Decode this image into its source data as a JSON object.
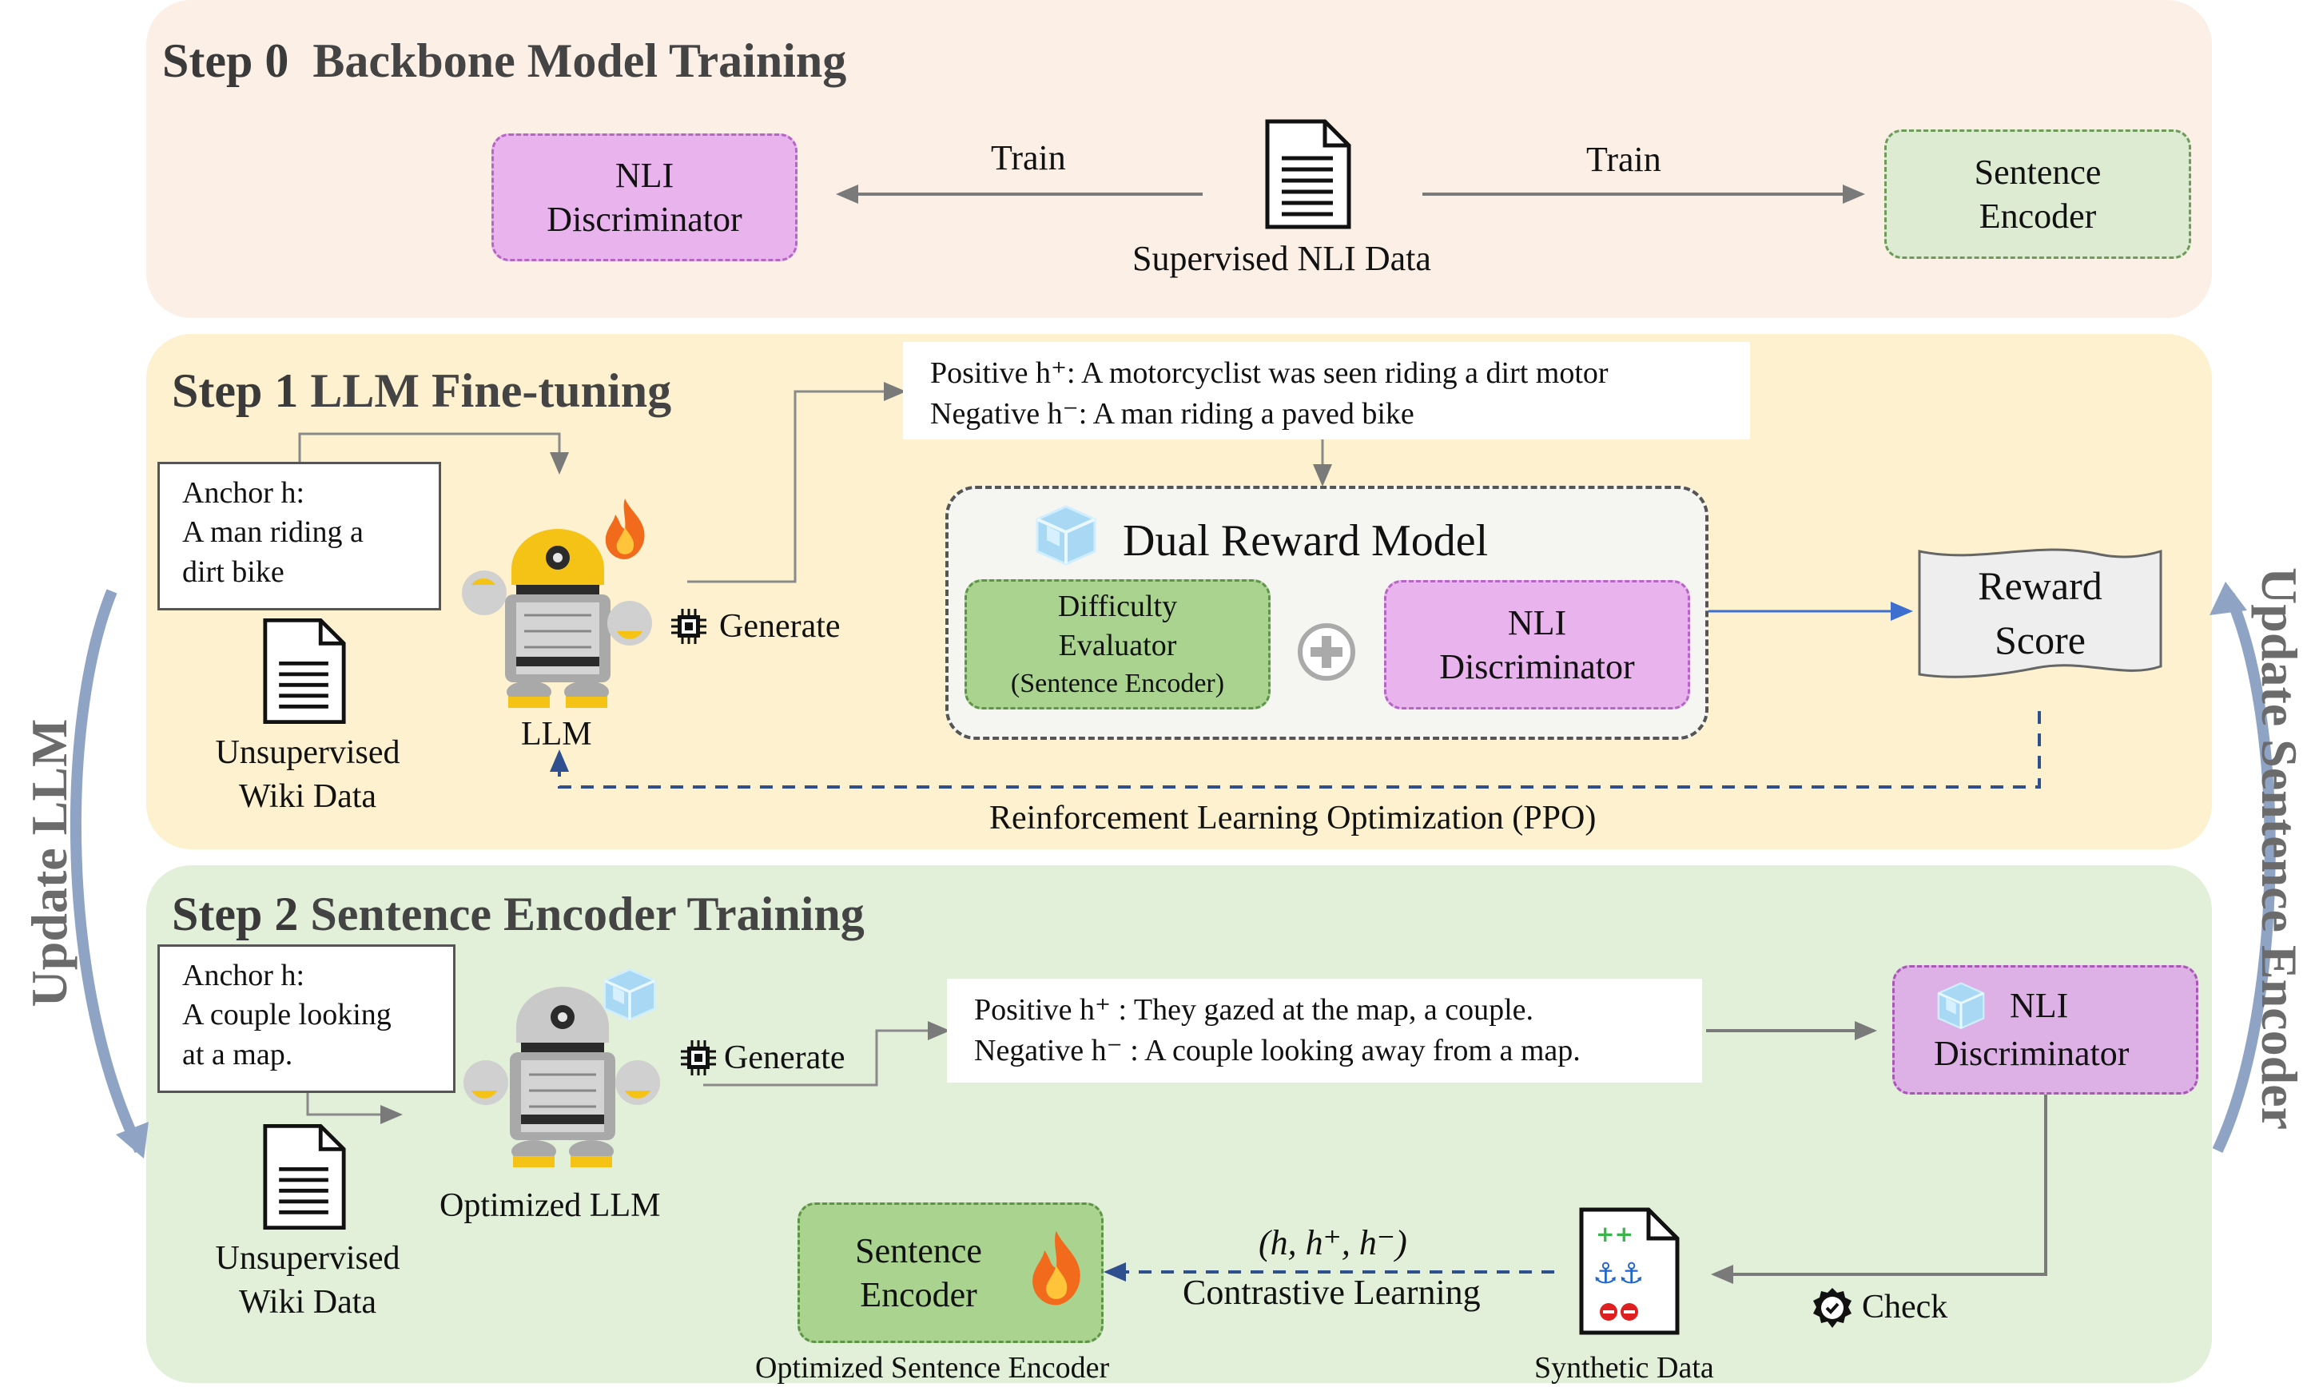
{
  "step0": {
    "title_num": "Step 0",
    "title_text": "Backbone Model Training",
    "nli_discriminator": [
      "NLI",
      "Discriminator"
    ],
    "sentence_encoder": [
      "Sentence",
      "Encoder"
    ],
    "train_left": "Train",
    "train_right": "Train",
    "data_label": "Supervised NLI Data"
  },
  "step1": {
    "title_num": "Step 1",
    "title_text": "LLM Fine-tuning",
    "anchor": [
      "Anchor h:",
      "A man riding a",
      "dirt bike"
    ],
    "wiki_label": [
      "Unsupervised",
      "Wiki Data"
    ],
    "llm_label": "LLM",
    "generate_label": "Generate",
    "positive": "Positive h⁺: A motorcyclist was seen riding a dirt motor",
    "negative": "Negative h⁻: A man riding a paved bike",
    "reward_model_title": "Dual Reward Model",
    "difficulty_evaluator": [
      "Difficulty",
      "Evaluator",
      "(Sentence Encoder)"
    ],
    "nli_discriminator": [
      "NLI",
      "Discriminator"
    ],
    "reward_score": [
      "Reward",
      "Score"
    ],
    "rl_label": "Reinforcement Learning Optimization (PPO)"
  },
  "step2": {
    "title_num": "Step 2",
    "title_text": "Sentence Encoder Training",
    "anchor": [
      "Anchor h:",
      "A couple looking",
      "at a map."
    ],
    "wiki_label": [
      "Unsupervised",
      "Wiki Data"
    ],
    "llm_label": "Optimized LLM",
    "generate_label": "Generate",
    "positive": "Positive h⁺ : They gazed at the map, a couple.",
    "negative": "Negative h⁻ : A couple looking away from a map.",
    "nli_discriminator": [
      "NLI",
      "Discriminator"
    ],
    "check_label": "Check",
    "synthetic_label": "Synthetic Data",
    "triplet_label": "(h, h⁺, h⁻)",
    "contrastive_label": "Contrastive Learning",
    "sentence_encoder": [
      "Sentence",
      "Encoder"
    ],
    "optimized_encoder_label": "Optimized Sentence Encoder"
  },
  "side": {
    "update_llm": "Update LLM",
    "update_sentence_encoder": "Update Sentence Encoder"
  },
  "colors": {
    "step0_bg": "#fbefe6",
    "step1_bg": "#fdf1cf",
    "step2_bg": "#e2efd9",
    "purple": "#e9b3ee",
    "green_light": "#dcebd2",
    "green_mid": "#a9d38f",
    "dashed_arrow": "#2f4f8f",
    "side_arrow": "#8fa4c4"
  },
  "icons": [
    "document-icon",
    "robot-icon",
    "fire-icon",
    "ice-cube-icon",
    "chip-icon",
    "plus-circle-icon",
    "check-badge-icon",
    "synthetic-data-icon"
  ]
}
